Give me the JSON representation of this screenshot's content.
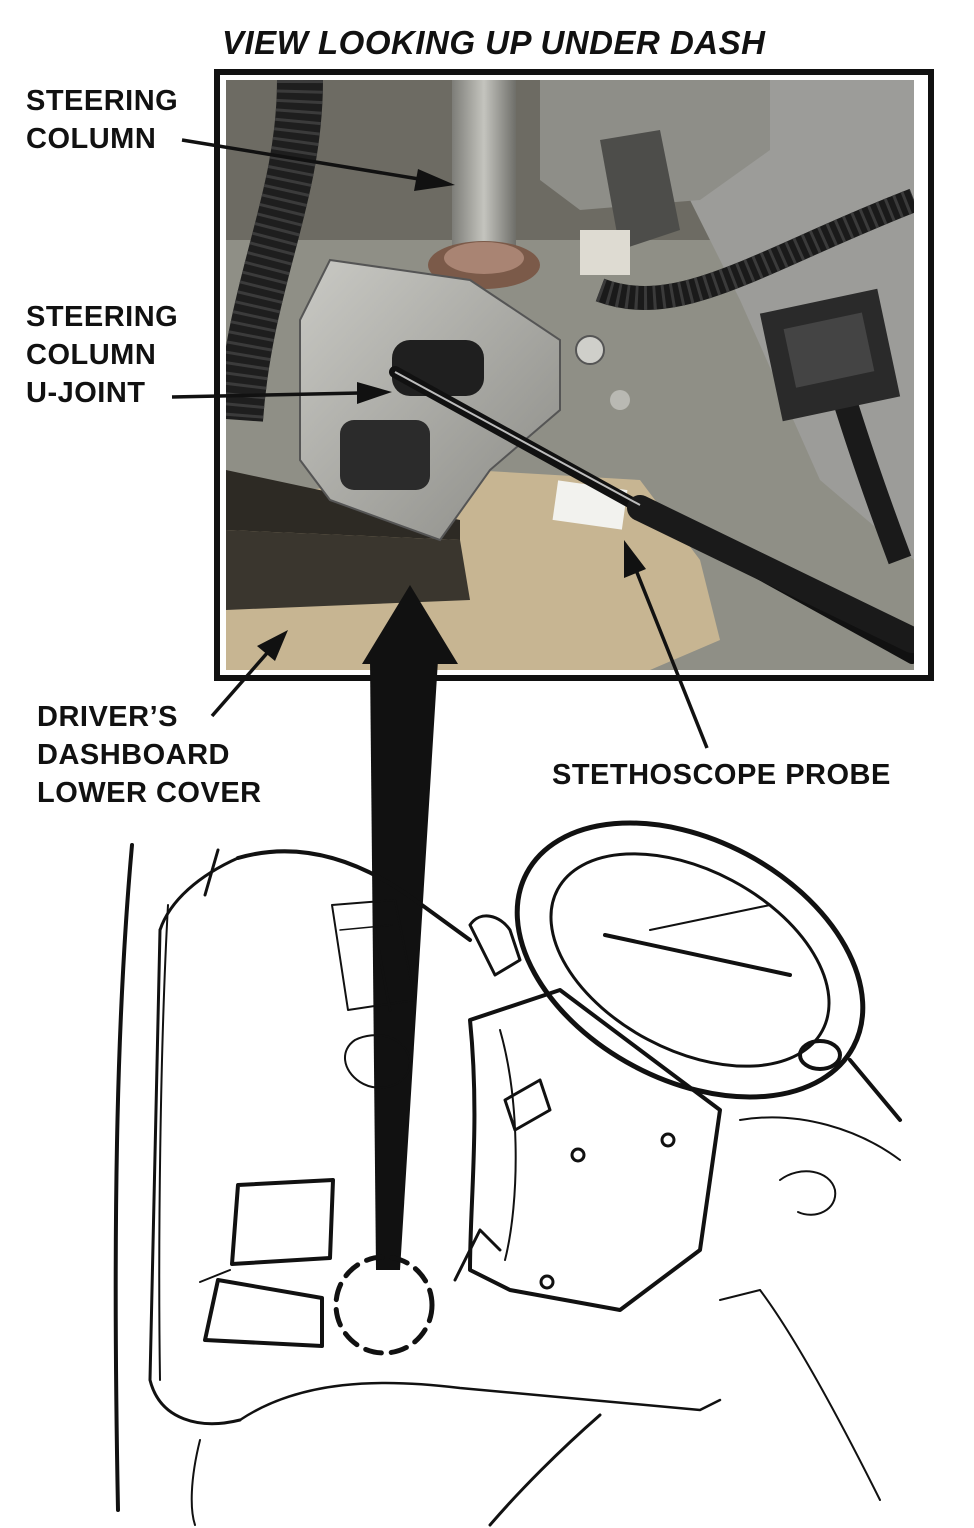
{
  "title": "VIEW LOOKING UP UNDER DASH",
  "labels": {
    "steering_column": "STEERING\nCOLUMN",
    "u_joint": "STEERING\nCOLUMN\nU-JOINT",
    "dashboard_cover": "DRIVER’S\nDASHBOARD\nLOWER COVER",
    "stethoscope_probe": "STETHOSCOPE PROBE"
  },
  "colors": {
    "ink": "#111111",
    "photo_bg": "#8f8f86",
    "tan_panel": "#c7b592",
    "column_gray": "#a9a9a2"
  }
}
